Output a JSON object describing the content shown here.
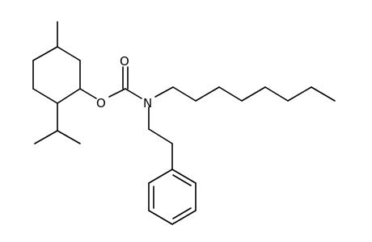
{
  "structure": {
    "atoms": {
      "carbonyl_oxygen": "O",
      "ester_oxygen": "O",
      "nitrogen": "N"
    },
    "line_color": "#000000",
    "background_color": "#ffffff"
  }
}
